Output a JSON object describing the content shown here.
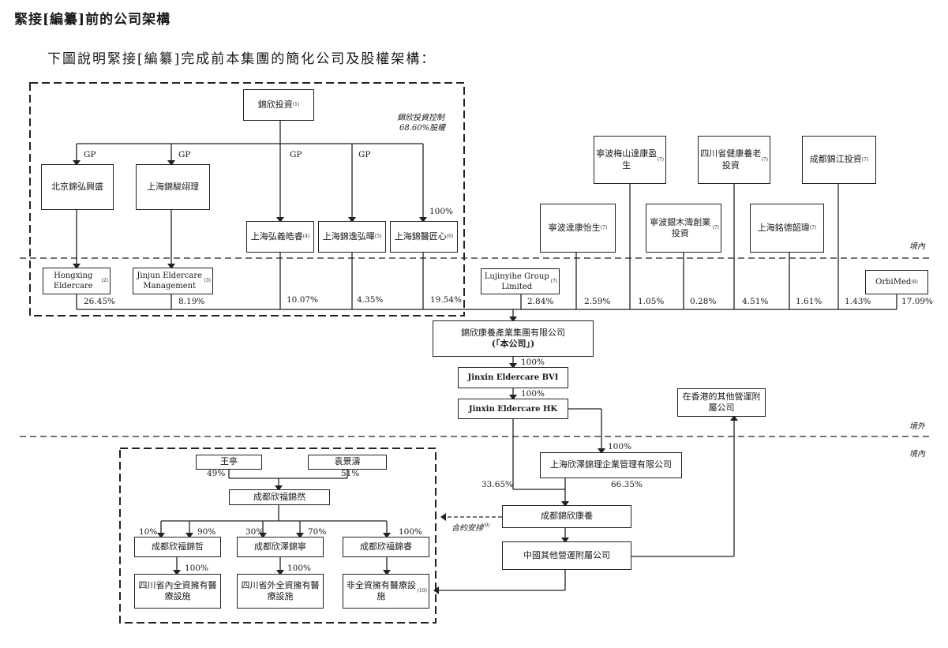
{
  "title": "緊接[編纂]前的公司架構",
  "subtitle": "下圖說明緊接[編纂]完成前本集團的簡化公司及股權架構：",
  "zones": {
    "domestic_top": "境內",
    "overseas": "境外",
    "domestic_bottom": "境內"
  },
  "notes": {
    "control": "錦欣投資控制",
    "control_pct": "68.60%股權",
    "contract": "合約安排",
    "contract_sup": "(9)"
  },
  "entities": {
    "jinxin_invest": {
      "label": "錦欣投資",
      "sup": "(1)"
    },
    "bj_jinhong": {
      "label": "北京錦弘興盛",
      "sup": ""
    },
    "sh_jinjun": {
      "label": "上海錦駿翊理",
      "sup": ""
    },
    "sh_hongyi": {
      "label": "上海弘義皓睿",
      "sup": "(4)"
    },
    "sh_jinyi": {
      "label": "上海錦逸弘暉",
      "sup": "(5)"
    },
    "sh_jinyi2": {
      "label": "上海錦醫匠心",
      "sup": "(6)"
    },
    "hongxing": {
      "label": "Hongxing Eldercare",
      "sup": "(2)"
    },
    "jinjun": {
      "label": "Jinjun Eldercare Management",
      "sup": "(3)"
    },
    "lujinyihe": {
      "label": "Lujinyihe Group Limited",
      "sup": "(7)"
    },
    "nb_dakang": {
      "label": "寧波達康怡生",
      "sup": "(7)"
    },
    "nb_meishan": {
      "label": "寧波梅山達康盈生",
      "sup": "(7)"
    },
    "nb_yinmu": {
      "label": "寧波銀木灣創業投資",
      "sup": "(7)"
    },
    "sc_health": {
      "label": "四川省健康養老投資",
      "sup": "(7)"
    },
    "sh_mingde": {
      "label": "上海銘德韶瑋",
      "sup": "(7)"
    },
    "cd_jinjiang": {
      "label": "成都錦江投資",
      "sup": "(7)"
    },
    "orbimed": {
      "label": "OrbiMed",
      "sup": "(8)"
    },
    "company": {
      "label": "錦欣康養產業集團有限公司",
      "label2": "(「本公司」)"
    },
    "bvi": {
      "label": "Jinxin Eldercare BVI"
    },
    "hk": {
      "label": "Jinxin Eldercare HK"
    },
    "hk_other": {
      "label": "在香港的其他營運附屬公司"
    },
    "sh_xinze": {
      "label": "上海欣澤錦理企業管理有限公司"
    },
    "cd_jinxin": {
      "label": "成都錦欣康養"
    },
    "cn_other": {
      "label": "中國其他營運附屬公司"
    },
    "wang": {
      "label": "王亭"
    },
    "yuan": {
      "label": "袁景濤"
    },
    "cd_xinfu": {
      "label": "成都欣福錦然"
    },
    "cd_zhe": {
      "label": "成都欣福錦哲"
    },
    "cd_ning": {
      "label": "成都欣澤錦寧"
    },
    "cd_rui": {
      "label": "成都欣福錦睿"
    },
    "sc_in": {
      "label": "四川省內全資擁有醫療設施"
    },
    "sc_out": {
      "label": "四川省外全資擁有醫療設施"
    },
    "non_full": {
      "label": "非全資擁有醫療設施",
      "sup": "(10)"
    }
  },
  "labels": {
    "gp1": "GP",
    "gp2": "GP",
    "gp3": "GP",
    "gp4": "GP",
    "p100_top": "100%",
    "p_hongxing": "26.45%",
    "p_jinjun": "8.19%",
    "p_hongyi": "10.07%",
    "p_jinyi": "4.35%",
    "p_jinyi2": "19.54%",
    "p_lujinyihe": "2.84%",
    "p_dakang": "2.59%",
    "p_meishan": "1.05%",
    "p_yinmu": "0.28%",
    "p_sc": "4.51%",
    "p_mingde": "1.61%",
    "p_jinjiang": "1.43%",
    "p_orbimed": "17.09%",
    "p_bvi": "100%",
    "p_hk": "100%",
    "p_xinze": "100%",
    "p_3365": "33.65%",
    "p_6635": "66.35%",
    "p_wang": "49%",
    "p_yuan": "51%",
    "p_10": "10%",
    "p_90": "90%",
    "p_30": "30%",
    "p_70": "70%",
    "p_100r": "100%",
    "p_in": "100%",
    "p_out": "100%"
  }
}
